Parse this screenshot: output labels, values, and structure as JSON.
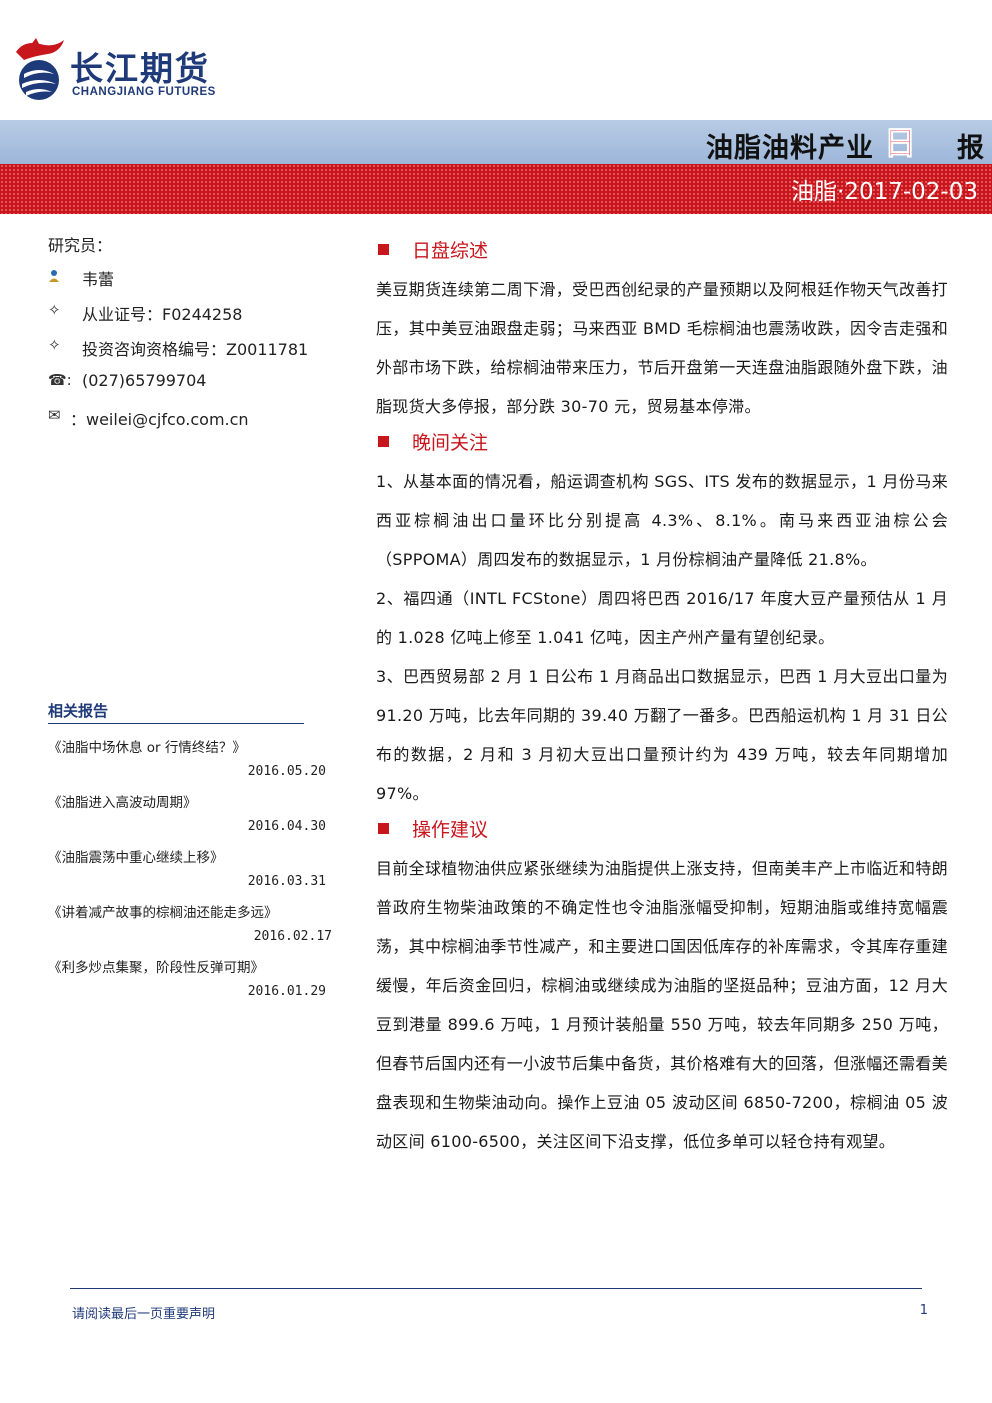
{
  "header": {
    "logo_cn": "长江期货",
    "logo_en": "CHANGJIANG FUTURES",
    "report_title": "油脂油料产业",
    "report_ri": "日",
    "report_bao": "报",
    "date_line": "油脂·2017-02-03",
    "colors": {
      "brand_blue": "#1f3a78",
      "brand_red": "#c8161d",
      "band_blue": "#a9c0de"
    }
  },
  "researcher": {
    "title": "研究员：",
    "name": "韦蕾",
    "license": "从业证号：F0244258",
    "advisor_license": "投资咨询资格编号：Z0011781",
    "phone": "(027)65799704",
    "email": "：weilei@cjfco.com.cn",
    "icons": [
      "person-icon",
      "diamond-icon",
      "diamond-icon",
      "phone-icon",
      "envelope-icon"
    ]
  },
  "related_reports": {
    "title": "相关报告",
    "items": [
      {
        "title": "《油脂中场休息 or 行情终结？》",
        "date": "2016.05.20"
      },
      {
        "title": "《油脂进入高波动周期》",
        "date": "2016.04.30"
      },
      {
        "title": "《油脂震荡中重心继续上移》",
        "date": "2016.03.31"
      },
      {
        "title": "《讲着减产故事的棕榈油还能走多远》",
        "date": "2016.02.17"
      },
      {
        "title": "《利多炒点集聚，阶段性反弹可期》",
        "date": "2016.01.29"
      }
    ]
  },
  "sections": {
    "daily": {
      "title": "日盘综述",
      "text": "美豆期货连续第二周下滑，受巴西创纪录的产量预期以及阿根廷作物天气改善打压，其中美豆油跟盘走弱；马来西亚 BMD 毛棕榈油也震荡收跌，因令吉走强和外部市场下跌，给棕榈油带来压力，节后开盘第一天连盘油脂跟随外盘下跌，油脂现货大多停报，部分跌 30-70 元，贸易基本停滞。"
    },
    "evening": {
      "title": "晚间关注",
      "items": [
        "1、从基本面的情况看，船运调查机构 SGS、ITS 发布的数据显示，1 月份马来西亚棕榈油出口量环比分别提高 4.3%、8.1%。南马来西亚油棕公会（SPPOMA）周四发布的数据显示，1 月份棕榈油产量降低 21.8%。",
        "2、福四通（INTL FCStone）周四将巴西 2016/17 年度大豆产量预估从 1 月的 1.028 亿吨上修至 1.041 亿吨，因主产州产量有望创纪录。",
        "3、巴西贸易部 2 月 1 日公布 1 月商品出口数据显示，巴西 1 月大豆出口量为 91.20 万吨，比去年同期的 39.40 万翻了一番多。巴西船运机构 1 月 31 日公布的数据，2 月和 3 月初大豆出口量预计约为 439 万吨，较去年同期增加 97%。"
      ]
    },
    "advice": {
      "title": "操作建议",
      "text": "目前全球植物油供应紧张继续为油脂提供上涨支持，但南美丰产上市临近和特朗普政府生物柴油政策的不确定性也令油脂涨幅受抑制，短期油脂或维持宽幅震荡，其中棕榈油季节性减产，和主要进口国因低库存的补库需求，令其库存重建缓慢，年后资金回归，棕榈油或继续成为油脂的坚挺品种；豆油方面，12 月大豆到港量 899.6 万吨，1 月预计装船量 550 万吨，较去年同期多 250 万吨，但春节后国内还有一小波节后集中备货，其价格难有大的回落，但涨幅还需看美盘表现和生物柴油动向。操作上豆油 05 波动区间 6850-7200，棕榈油 05 波动区间 6100-6500，关注区间下沿支撑，低位多单可以轻仓持有观望。"
    }
  },
  "footer": {
    "note": "请阅读最后一页重要声明",
    "page": "1"
  }
}
